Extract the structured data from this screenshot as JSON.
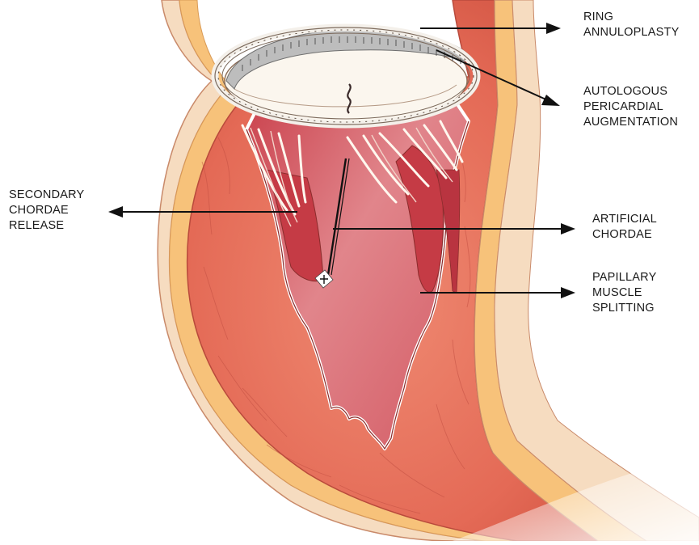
{
  "labels": {
    "ring": [
      "RING",
      "ANNULOPLASTY"
    ],
    "autologous": [
      "AUTOLOGOUS",
      "PERICARDIAL",
      "AUGMENTATION"
    ],
    "secondary": [
      "SECONDARY",
      "CHORDAE",
      "RELEASE"
    ],
    "artificial": [
      "ARTIFICIAL",
      "CHORDAE"
    ],
    "papillary": [
      "PAPILLARY",
      "MUSCLE",
      "SPLITTING"
    ]
  },
  "colors": {
    "myocardium": "#e8735f",
    "myocardium_dark": "#c8473a",
    "cavity": "#d9606a",
    "epicardium_fat": "#f6d7a6",
    "pericardium": "#f3c9b4",
    "annulus_patch": "#b9b9b9",
    "leaflet": "#fbf6ee",
    "arrow": "#111111"
  }
}
